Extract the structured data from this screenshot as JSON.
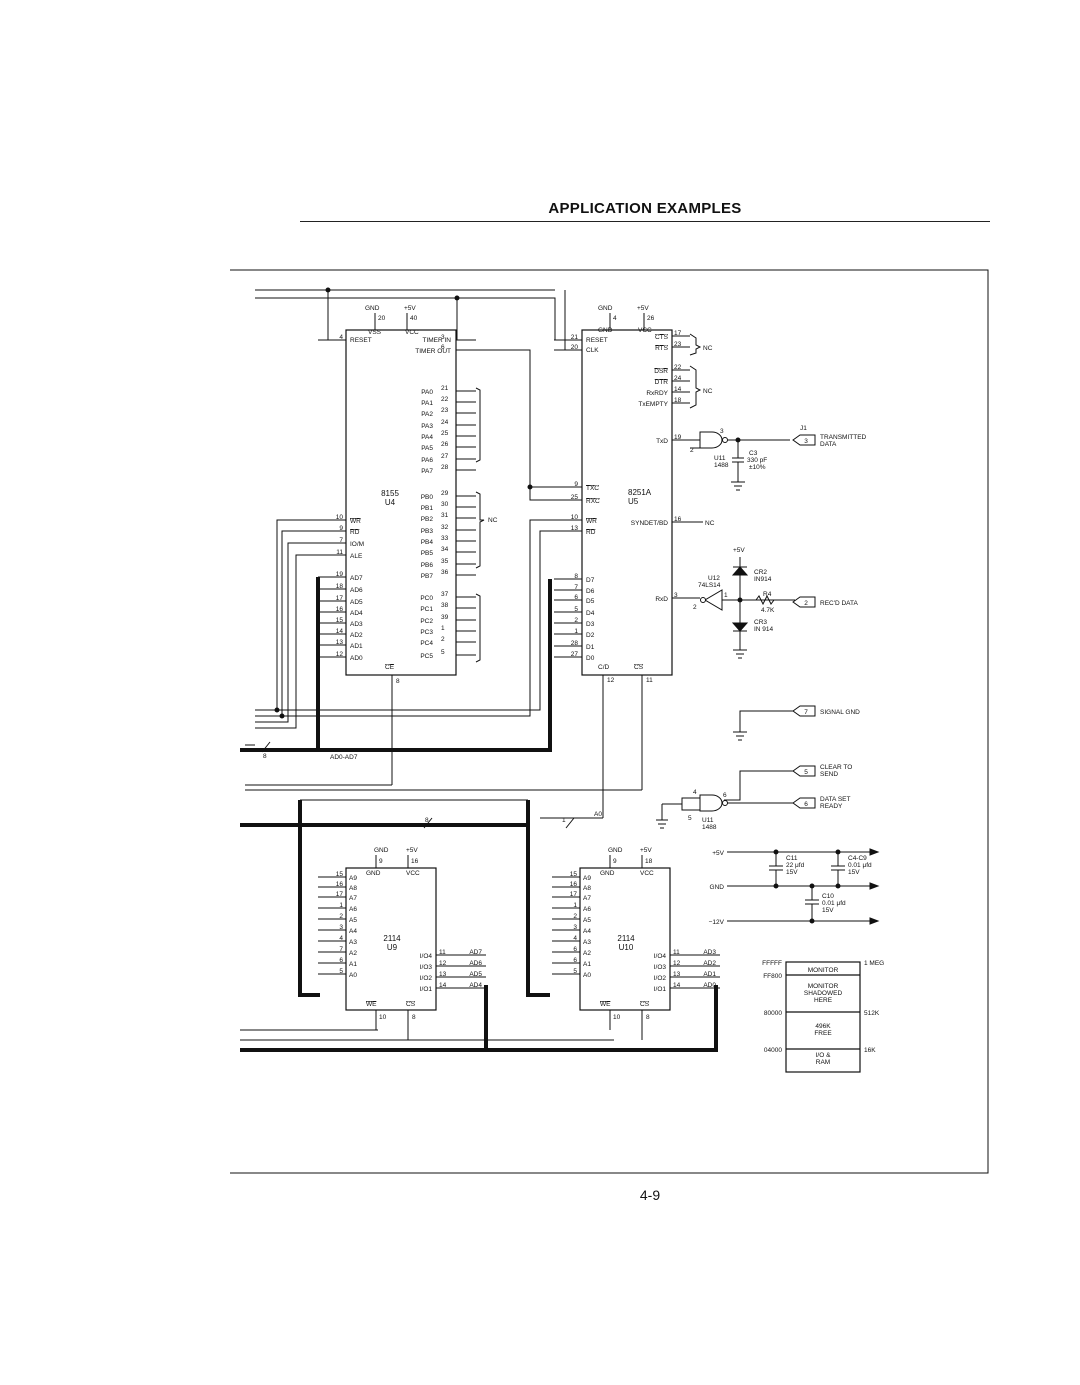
{
  "title": "APPLICATION EXAMPLES",
  "page_number": "4-9",
  "u4": {
    "part": "8155",
    "ref": "U4",
    "top_pins": [
      "GND",
      "+5V",
      "20",
      "40"
    ],
    "header": [
      "VSS",
      "VCC",
      "RESET",
      "TIMER IN",
      "TIMER OUT"
    ],
    "left_pins": [
      {
        "num": "4",
        "name": ""
      },
      {
        "num": "10",
        "name": "WR"
      },
      {
        "num": "9",
        "name": "RD"
      },
      {
        "num": "7",
        "name": "IO/M"
      },
      {
        "num": "11",
        "name": "ALE"
      },
      {
        "num": "19",
        "name": "AD7"
      },
      {
        "num": "18",
        "name": "AD6"
      },
      {
        "num": "17",
        "name": "AD5"
      },
      {
        "num": "16",
        "name": "AD4"
      },
      {
        "num": "15",
        "name": "AD3"
      },
      {
        "num": "14",
        "name": "AD2"
      },
      {
        "num": "13",
        "name": "AD1"
      },
      {
        "num": "12",
        "name": "AD0"
      }
    ],
    "right_pins": [
      {
        "num": "3",
        "name": ""
      },
      {
        "num": "6",
        "name": ""
      },
      {
        "num": "21",
        "name": "PA0"
      },
      {
        "num": "22",
        "name": "PA1"
      },
      {
        "num": "23",
        "name": "PA2"
      },
      {
        "num": "24",
        "name": "PA3"
      },
      {
        "num": "25",
        "name": "PA4"
      },
      {
        "num": "26",
        "name": "PA5"
      },
      {
        "num": "27",
        "name": "PA6"
      },
      {
        "num": "28",
        "name": "PA7"
      },
      {
        "num": "29",
        "name": "PB0"
      },
      {
        "num": "30",
        "name": "PB1"
      },
      {
        "num": "31",
        "name": "PB2"
      },
      {
        "num": "32",
        "name": "PB3"
      },
      {
        "num": "33",
        "name": "PB4"
      },
      {
        "num": "34",
        "name": "PB5"
      },
      {
        "num": "35",
        "name": "PB6"
      },
      {
        "num": "36",
        "name": "PB7"
      },
      {
        "num": "37",
        "name": "PC0"
      },
      {
        "num": "38",
        "name": "PC1"
      },
      {
        "num": "39",
        "name": "PC2"
      },
      {
        "num": "1",
        "name": "PC3"
      },
      {
        "num": "2",
        "name": "PC4"
      },
      {
        "num": "5",
        "name": "PC5"
      }
    ],
    "ce": "CE",
    "ce_pin": "8",
    "nc": "NC"
  },
  "u5": {
    "part": "8251A",
    "ref": "U5",
    "top_pins": [
      "GND",
      "+5V",
      "4",
      "26"
    ],
    "header": [
      "GND",
      "VCC",
      "RESET",
      "CLK"
    ],
    "left_pins": [
      {
        "num": "21",
        "name": "RESET"
      },
      {
        "num": "20",
        "name": "CLK"
      },
      {
        "num": "9",
        "name": "TXC"
      },
      {
        "num": "25",
        "name": "RXC"
      },
      {
        "num": "10",
        "name": "WR"
      },
      {
        "num": "13",
        "name": "RD"
      },
      {
        "num": "8",
        "name": "D7"
      },
      {
        "num": "7",
        "name": "D6"
      },
      {
        "num": "6",
        "name": "D5"
      },
      {
        "num": "5",
        "name": "D4"
      },
      {
        "num": "2",
        "name": "D3"
      },
      {
        "num": "1",
        "name": "D2"
      },
      {
        "num": "28",
        "name": "D1"
      },
      {
        "num": "27",
        "name": "D0"
      }
    ],
    "right_pins": [
      {
        "num": "17",
        "name": "CTS"
      },
      {
        "num": "23",
        "name": "RTS"
      },
      {
        "num": "22",
        "name": "DSR"
      },
      {
        "num": "24",
        "name": "DTR"
      },
      {
        "num": "14",
        "name": "RxRDY"
      },
      {
        "num": "18",
        "name": "TxEMPTY"
      },
      {
        "num": "19",
        "name": "TxD"
      },
      {
        "num": "16",
        "name": "SYNDET/BD"
      },
      {
        "num": "3",
        "name": "RxD"
      }
    ],
    "bottom": [
      "C/D",
      "CS",
      "12",
      "11"
    ],
    "nc": "NC"
  },
  "u9": {
    "part": "2114",
    "ref": "U9",
    "top_pins": [
      "GND",
      "+5V",
      "9",
      "16"
    ],
    "header": [
      "GND",
      "VCC"
    ],
    "left_pins": [
      {
        "num": "15",
        "name": "A9"
      },
      {
        "num": "16",
        "name": "A8"
      },
      {
        "num": "17",
        "name": "A7"
      },
      {
        "num": "1",
        "name": "A6"
      },
      {
        "num": "2",
        "name": "A5"
      },
      {
        "num": "3",
        "name": "A4"
      },
      {
        "num": "4",
        "name": "A3"
      },
      {
        "num": "7",
        "name": "A2"
      },
      {
        "num": "6",
        "name": "A1"
      },
      {
        "num": "5",
        "name": "A0"
      }
    ],
    "right_pins": [
      {
        "num": "11",
        "name": "I/O4",
        "net": "AD7"
      },
      {
        "num": "12",
        "name": "I/O3",
        "net": "AD6"
      },
      {
        "num": "13",
        "name": "I/O2",
        "net": "AD5"
      },
      {
        "num": "14",
        "name": "I/O1",
        "net": "AD4"
      }
    ],
    "bottom": [
      "WE",
      "CS",
      "10",
      "8"
    ]
  },
  "u10": {
    "part": "2114",
    "ref": "U10",
    "top_pins": [
      "GND",
      "+5V",
      "9",
      "18"
    ],
    "header": [
      "GND",
      "VCC"
    ],
    "left_pins": [
      {
        "num": "15",
        "name": "A9"
      },
      {
        "num": "16",
        "name": "A8"
      },
      {
        "num": "17",
        "name": "A7"
      },
      {
        "num": "1",
        "name": "A6"
      },
      {
        "num": "2",
        "name": "A5"
      },
      {
        "num": "3",
        "name": "A4"
      },
      {
        "num": "4",
        "name": "A3"
      },
      {
        "num": "6",
        "name": "A2"
      },
      {
        "num": "6",
        "name": "A1"
      },
      {
        "num": "5",
        "name": "A0"
      }
    ],
    "right_pins": [
      {
        "num": "11",
        "name": "I/O4",
        "net": "AD3"
      },
      {
        "num": "12",
        "name": "I/O3",
        "net": "AD2"
      },
      {
        "num": "13",
        "name": "I/O2",
        "net": "AD1"
      },
      {
        "num": "14",
        "name": "I/O1",
        "net": "AD0"
      }
    ],
    "bottom": [
      "WE",
      "CS",
      "10",
      "8"
    ]
  },
  "u11_top": {
    "part": "1488",
    "ref": "U11",
    "pins": [
      "3",
      "2"
    ],
    "cap": "C3",
    "cap_val": "330 pF",
    "cap_tol": "±10%"
  },
  "j1": {
    "label": "J1"
  },
  "connectors": [
    {
      "pin": "3",
      "label": "TRANSMITTED DATA"
    },
    {
      "pin": "2",
      "label": "REC'D DATA"
    },
    {
      "pin": "7",
      "label": "SIGNAL GND"
    },
    {
      "pin": "5",
      "label": "CLEAR TO SEND"
    },
    {
      "pin": "6",
      "label": "DATA SET READY"
    }
  ],
  "u12": {
    "ref": "U12",
    "part": "74LS14",
    "pins": [
      "1",
      "2"
    ]
  },
  "cr2": {
    "ref": "CR2",
    "part": "IN914"
  },
  "cr3": {
    "ref": "CR3",
    "part": "IN 914"
  },
  "r4": {
    "ref": "R4",
    "value": "4.7K"
  },
  "plus5": "+5V",
  "u11_bottom": {
    "ref": "U11",
    "part": "1488",
    "pins": [
      "4",
      "5",
      "6"
    ]
  },
  "bus_labels": {
    "ad_bus": "AD0-AD7",
    "ad_width": "8",
    "addr_width": "8",
    "a0_width": "1",
    "a0": "A0"
  },
  "power": {
    "rails": [
      "+5V",
      "GND",
      "−12V"
    ],
    "c11": {
      "ref": "C11",
      "val": "22 μfd",
      "v": "15V"
    },
    "c4c9": {
      "ref": "C4-C9",
      "val": "0.01 μfd",
      "v": "15V"
    },
    "c10": {
      "ref": "C10",
      "val": "0.01 μfd",
      "v": "15V"
    }
  },
  "memory_map": {
    "left": [
      "FFFFF",
      "FF800",
      "80000",
      "04000"
    ],
    "right": [
      "1 MEG",
      "512K",
      "16K"
    ],
    "blocks": [
      "MONITOR",
      "MONITOR SHADOWED HERE",
      "496K FREE",
      "I/O & RAM"
    ]
  }
}
